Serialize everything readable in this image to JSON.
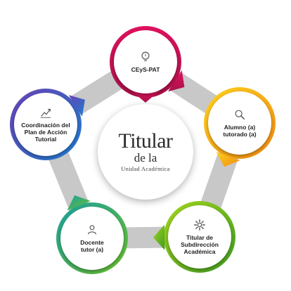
{
  "colors": {
    "band": "#c8c8c8",
    "magenta": "#c4145e",
    "orange": "#f29b16",
    "green": "#7cb518",
    "teal": "#15907e",
    "blue": "#1a6fc4",
    "purple": "#5b3aa8"
  },
  "center": {
    "line1": "Titular",
    "line2": "de la",
    "line3": "Unidad Académica"
  },
  "nodes": [
    {
      "id": "ceys",
      "label": "CEyS-PAT",
      "icon": "lightbulb-icon"
    },
    {
      "id": "alumno",
      "label": "Alumno (a)\ntutorado (a)",
      "icon": "search-icon"
    },
    {
      "id": "subdireccion",
      "label": "Titular de\nSubdirección\nAcadémica",
      "icon": "gear-icon"
    },
    {
      "id": "docente",
      "label": "Docente\ntutor (a)",
      "icon": "user-icon"
    },
    {
      "id": "coordinacion",
      "label": "Coordinación del\nPlan de Acción\nTutorial",
      "icon": "chart-line-icon"
    }
  ]
}
